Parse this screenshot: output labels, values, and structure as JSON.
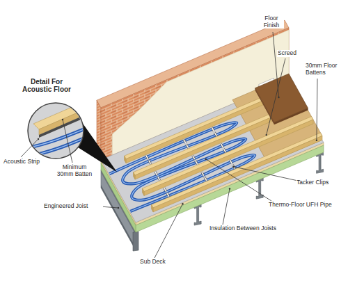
{
  "diagram": {
    "labels": [
      "Detail For Acoustic Floor",
      "Floor Finish",
      "Screed",
      "30mm Floor Battens",
      "Acoustic Strip",
      "Minimum 30mm Batten",
      "Tacker Clips",
      "Thermo-Floor UFH Pipe",
      "Engineered Joist",
      "Insulation Between Joists",
      "Sub Deck"
    ]
  }
}
